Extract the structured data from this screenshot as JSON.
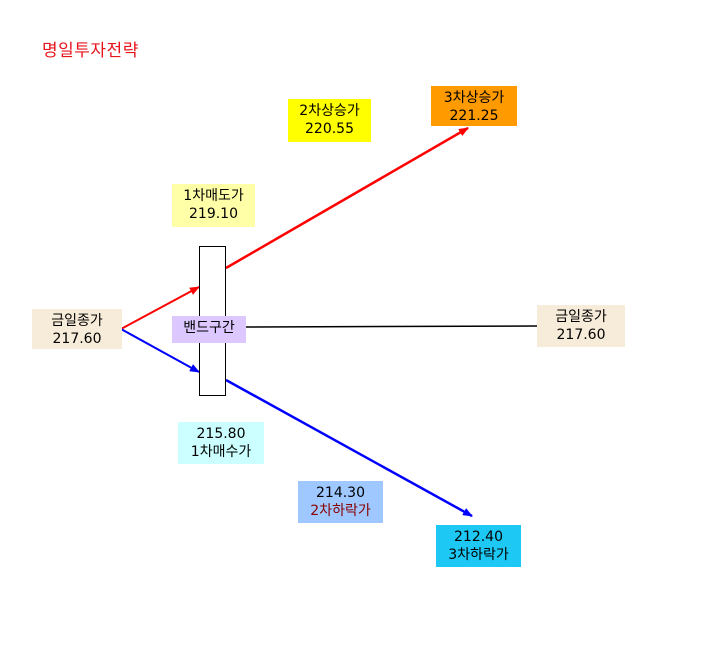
{
  "title": "명일투자전략",
  "close_left": {
    "label": "금일종가",
    "value": "217.60"
  },
  "close_right": {
    "label": "금일종가",
    "value": "217.60"
  },
  "sell_1": {
    "label": "1차매도가",
    "value": "219.10"
  },
  "rise_2": {
    "label": "2차상승가",
    "value": "220.55"
  },
  "rise_3": {
    "label": "3차상승가",
    "value": "221.25"
  },
  "band": {
    "label": "밴드구간"
  },
  "buy_1": {
    "value": "215.80",
    "label": "1차매수가"
  },
  "fall_2": {
    "value": "214.30",
    "label": "2차하락가"
  },
  "fall_3": {
    "value": "212.40",
    "label": "3차하락가"
  },
  "colors": {
    "title": "#e8141c",
    "up_line": "#ff0000",
    "down_line": "#0000ff",
    "neutral_line": "#000000"
  }
}
